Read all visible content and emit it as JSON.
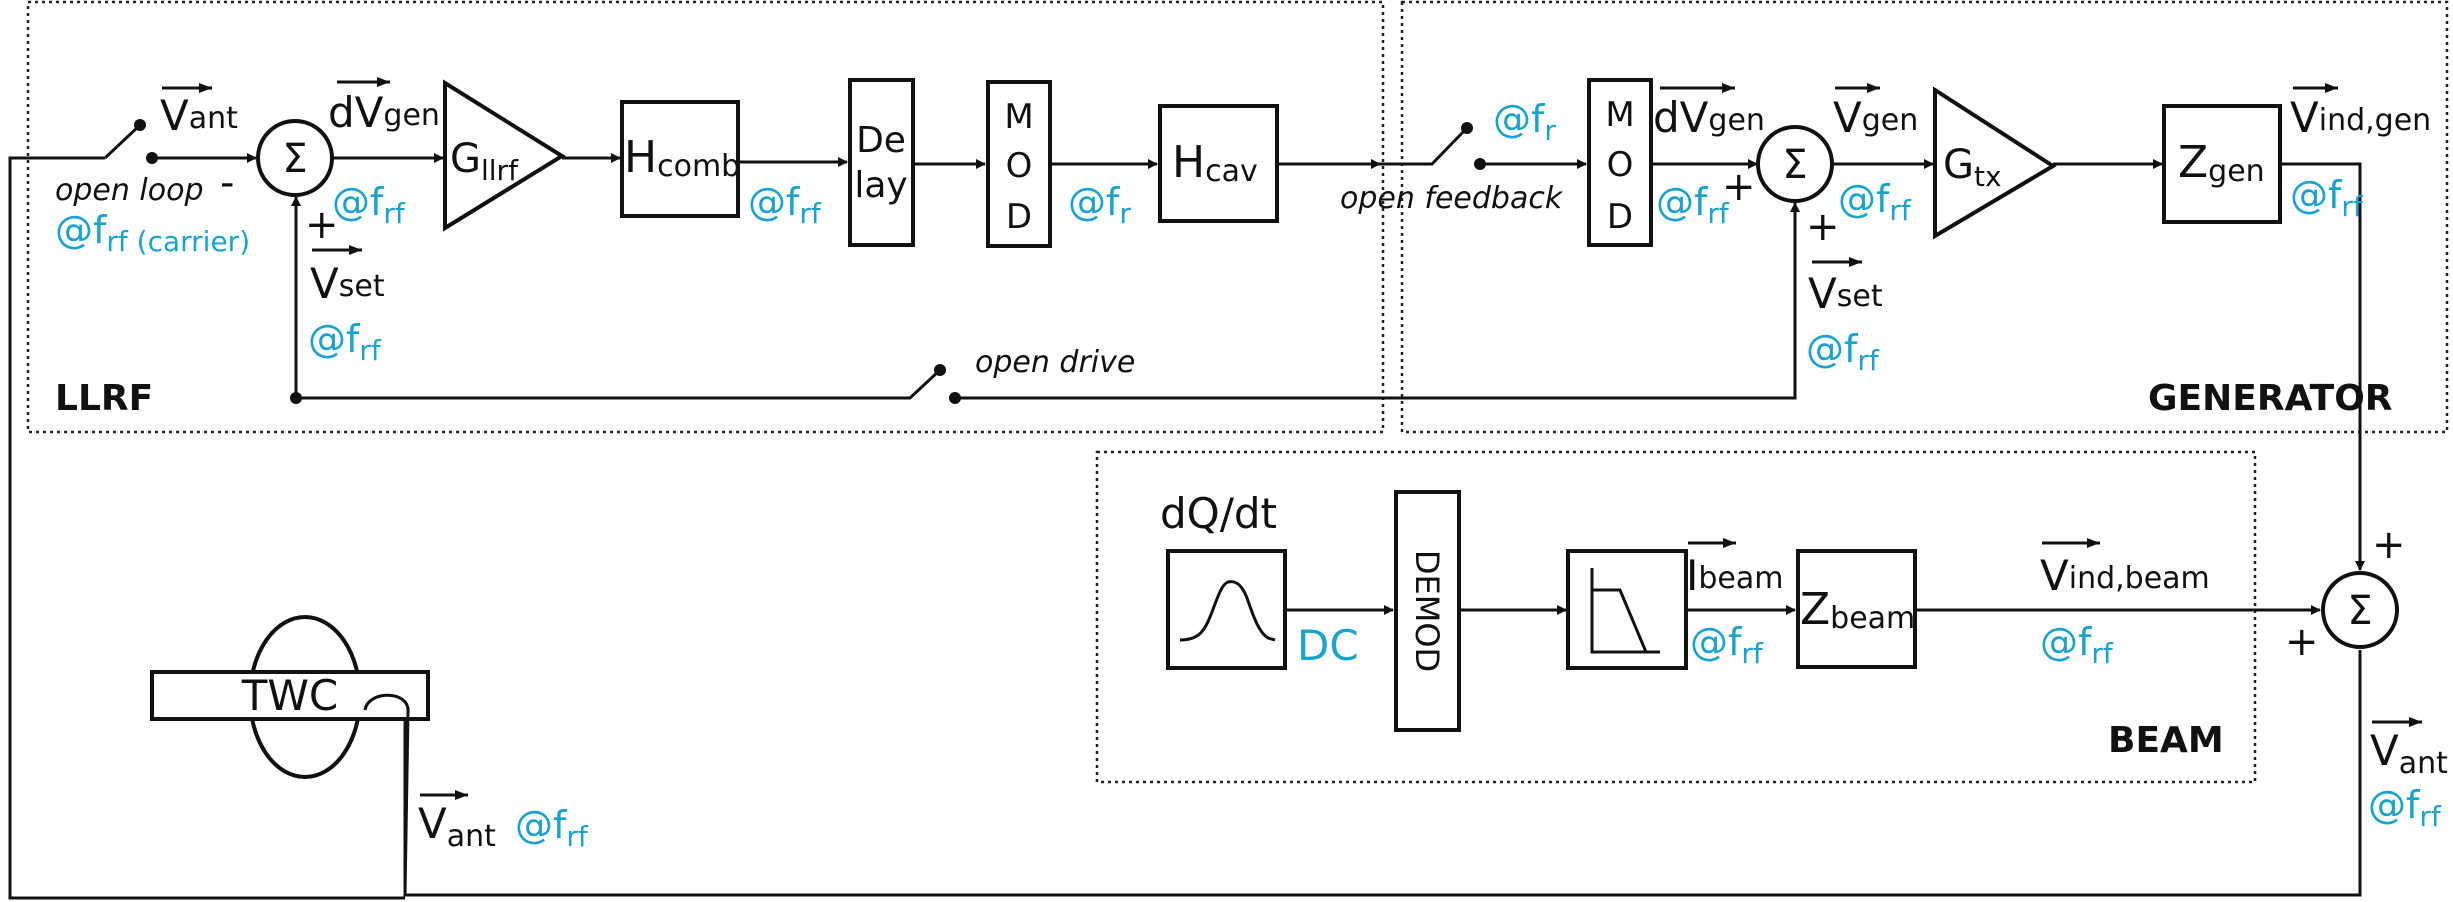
{
  "groups": {
    "llrf": "LLRF",
    "generator": "GENERATOR",
    "beam": "BEAM"
  },
  "blocks": {
    "sum1": "Σ",
    "gllrf_main": "G",
    "gllrf_sub": "llrf",
    "hcomb_main": "H",
    "hcomb_sub": "comb",
    "delay_line1": "De",
    "delay_line2": "lay",
    "mod1_1": "M",
    "mod1_2": "O",
    "mod1_3": "D",
    "hcav_main": "H",
    "hcav_sub": "cav",
    "mod2_1": "M",
    "mod2_2": "O",
    "mod2_3": "D",
    "sum2": "Σ",
    "gtx_main": "G",
    "gtx_sub": "tx",
    "zgen_main": "Z",
    "zgen_sub": "gen",
    "demod": "DEMOD",
    "zbeam_main": "Z",
    "zbeam_sub": "beam",
    "sum3": "Σ",
    "twc": "TWC"
  },
  "signals": {
    "v_ant_main": "V",
    "v_ant_sub": "ant",
    "dv_gen_main": "dV",
    "dv_gen_sub": "gen",
    "v_set_main": "V",
    "v_set_sub": "set",
    "v_gen_main": "V",
    "v_gen_sub": "gen",
    "v_ind_gen_main": "V",
    "v_ind_gen_sub": "ind,gen",
    "i_beam_main": "I",
    "i_beam_sub": "beam",
    "v_ind_beam_main": "V",
    "v_ind_beam_sub": "ind,beam",
    "dq_dt": "dQ/dt"
  },
  "freqs": {
    "at_prefix": "@f",
    "rf": "rf",
    "r": "r",
    "carrier": " (carrier)",
    "dc": "DC"
  },
  "switches": {
    "open_loop": "open loop",
    "open_feedback": "open feedback",
    "open_drive": "open drive"
  },
  "signs": {
    "plus": "+",
    "minus": "-"
  },
  "colors": {
    "freq_label": "#1aa3cf",
    "line": "#111111"
  }
}
